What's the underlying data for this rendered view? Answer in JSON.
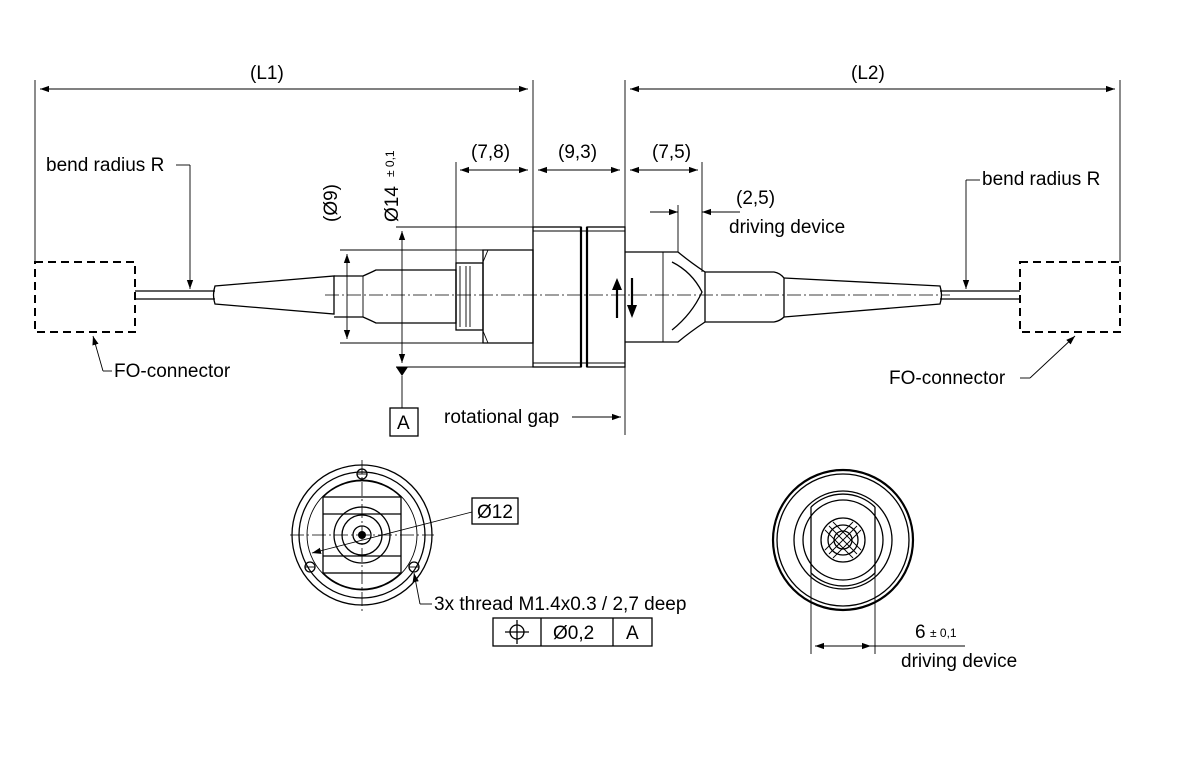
{
  "dimensions": {
    "l1": "(L1)",
    "l2": "(L2)",
    "d78": "(7,8)",
    "d93": "(9,3)",
    "d75": "(7,5)",
    "d25": "(2,5)",
    "dia9": "(Ø9)",
    "dia14": "Ø14",
    "dia14_tol": "± 0,1",
    "dia12": "Ø12",
    "six": "6",
    "six_tol": "± 0,1"
  },
  "labels": {
    "bend_radius_left": "bend radius R",
    "bend_radius_right": "bend radius R",
    "fo_connector_left": "FO-connector",
    "fo_connector_right": "FO-connector",
    "driving_device_top": "driving device",
    "driving_device_bottom": "driving device",
    "rotational_gap": "rotational gap",
    "datum": "A",
    "thread_note": "3x thread M1.4x0.3 / 2,7 deep"
  },
  "tolerance_frame": {
    "symbol": "⌖",
    "value": "Ø0,2",
    "datum": "A"
  }
}
